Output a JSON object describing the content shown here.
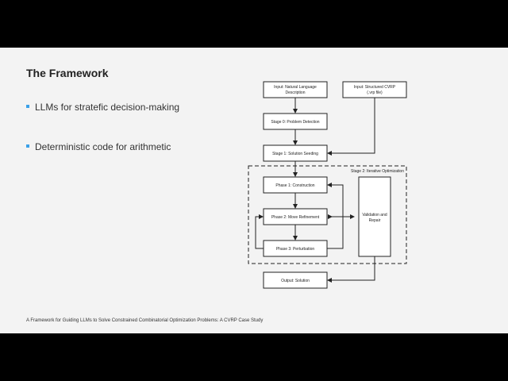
{
  "slide": {
    "title": "The Framework",
    "bullets": [
      "LLMs for stratefic decision-making",
      "Deterministic code for arithmetic"
    ],
    "footer": "A Framework for Guiding LLMs to Solve Constrained Combinatorial Optimization Problems: A CVRP Case Study",
    "accent_color": "#3aa0e8",
    "background_color": "#f3f3f3"
  },
  "diagram": {
    "nodes": {
      "input_nl": [
        "Input: Natural Language",
        "Description"
      ],
      "input_cvrp": [
        "Input: Structured CVRP",
        "(.vrp file)"
      ],
      "stage0": "Stage 0: Problem Detection",
      "stage1": "Stage 1: Solution Seeding",
      "stage2_label": "Stage 2: Iterative Optimization",
      "phase1": "Phase 1: Construction",
      "phase2": "Phase 2: Move Refinement",
      "phase3": "Phase 3: Perturbation",
      "validation": [
        "Validation and",
        "Repair"
      ],
      "output": "Output: Solution"
    }
  }
}
